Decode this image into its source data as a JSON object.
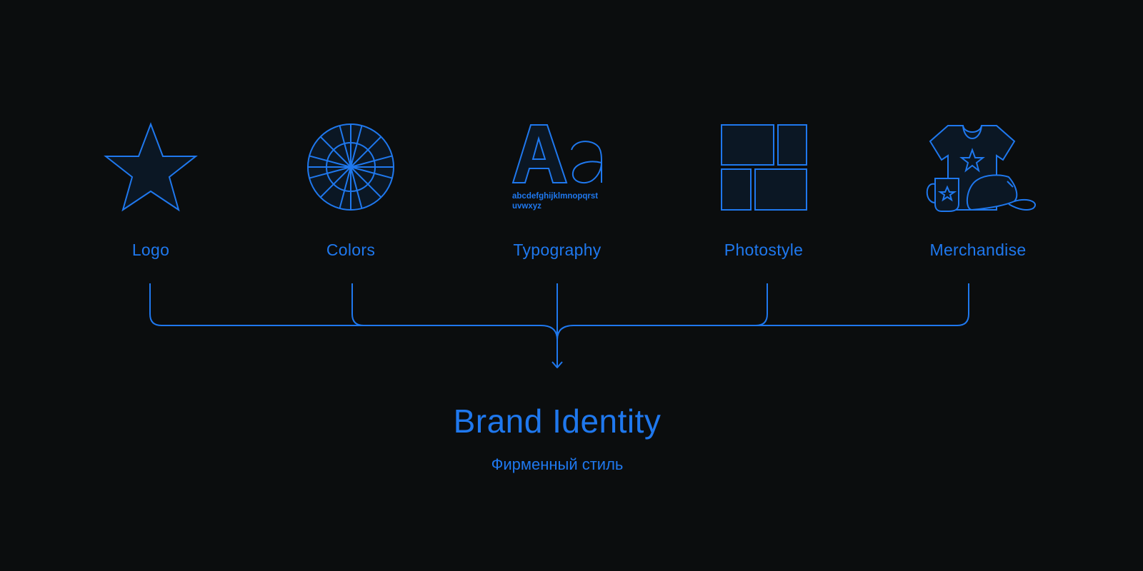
{
  "accent_color": "#1f78ee",
  "fill_color": "#0b1724",
  "background_color": "#0b0d0e",
  "items": [
    {
      "label": "Logo",
      "icon": "star-icon"
    },
    {
      "label": "Colors",
      "icon": "color-wheel-icon"
    },
    {
      "label": "Typography",
      "icon": "typography-icon"
    },
    {
      "label": "Photostyle",
      "icon": "photo-grid-icon"
    },
    {
      "label": "Merchandise",
      "icon": "merchandise-icon"
    }
  ],
  "typography_sample": {
    "glyphs": "Aa",
    "line1": "abcdefghijklmnopqrst",
    "line2": "uvwxyz"
  },
  "title": "Brand Identity",
  "subtitle": "Фирменный стиль"
}
